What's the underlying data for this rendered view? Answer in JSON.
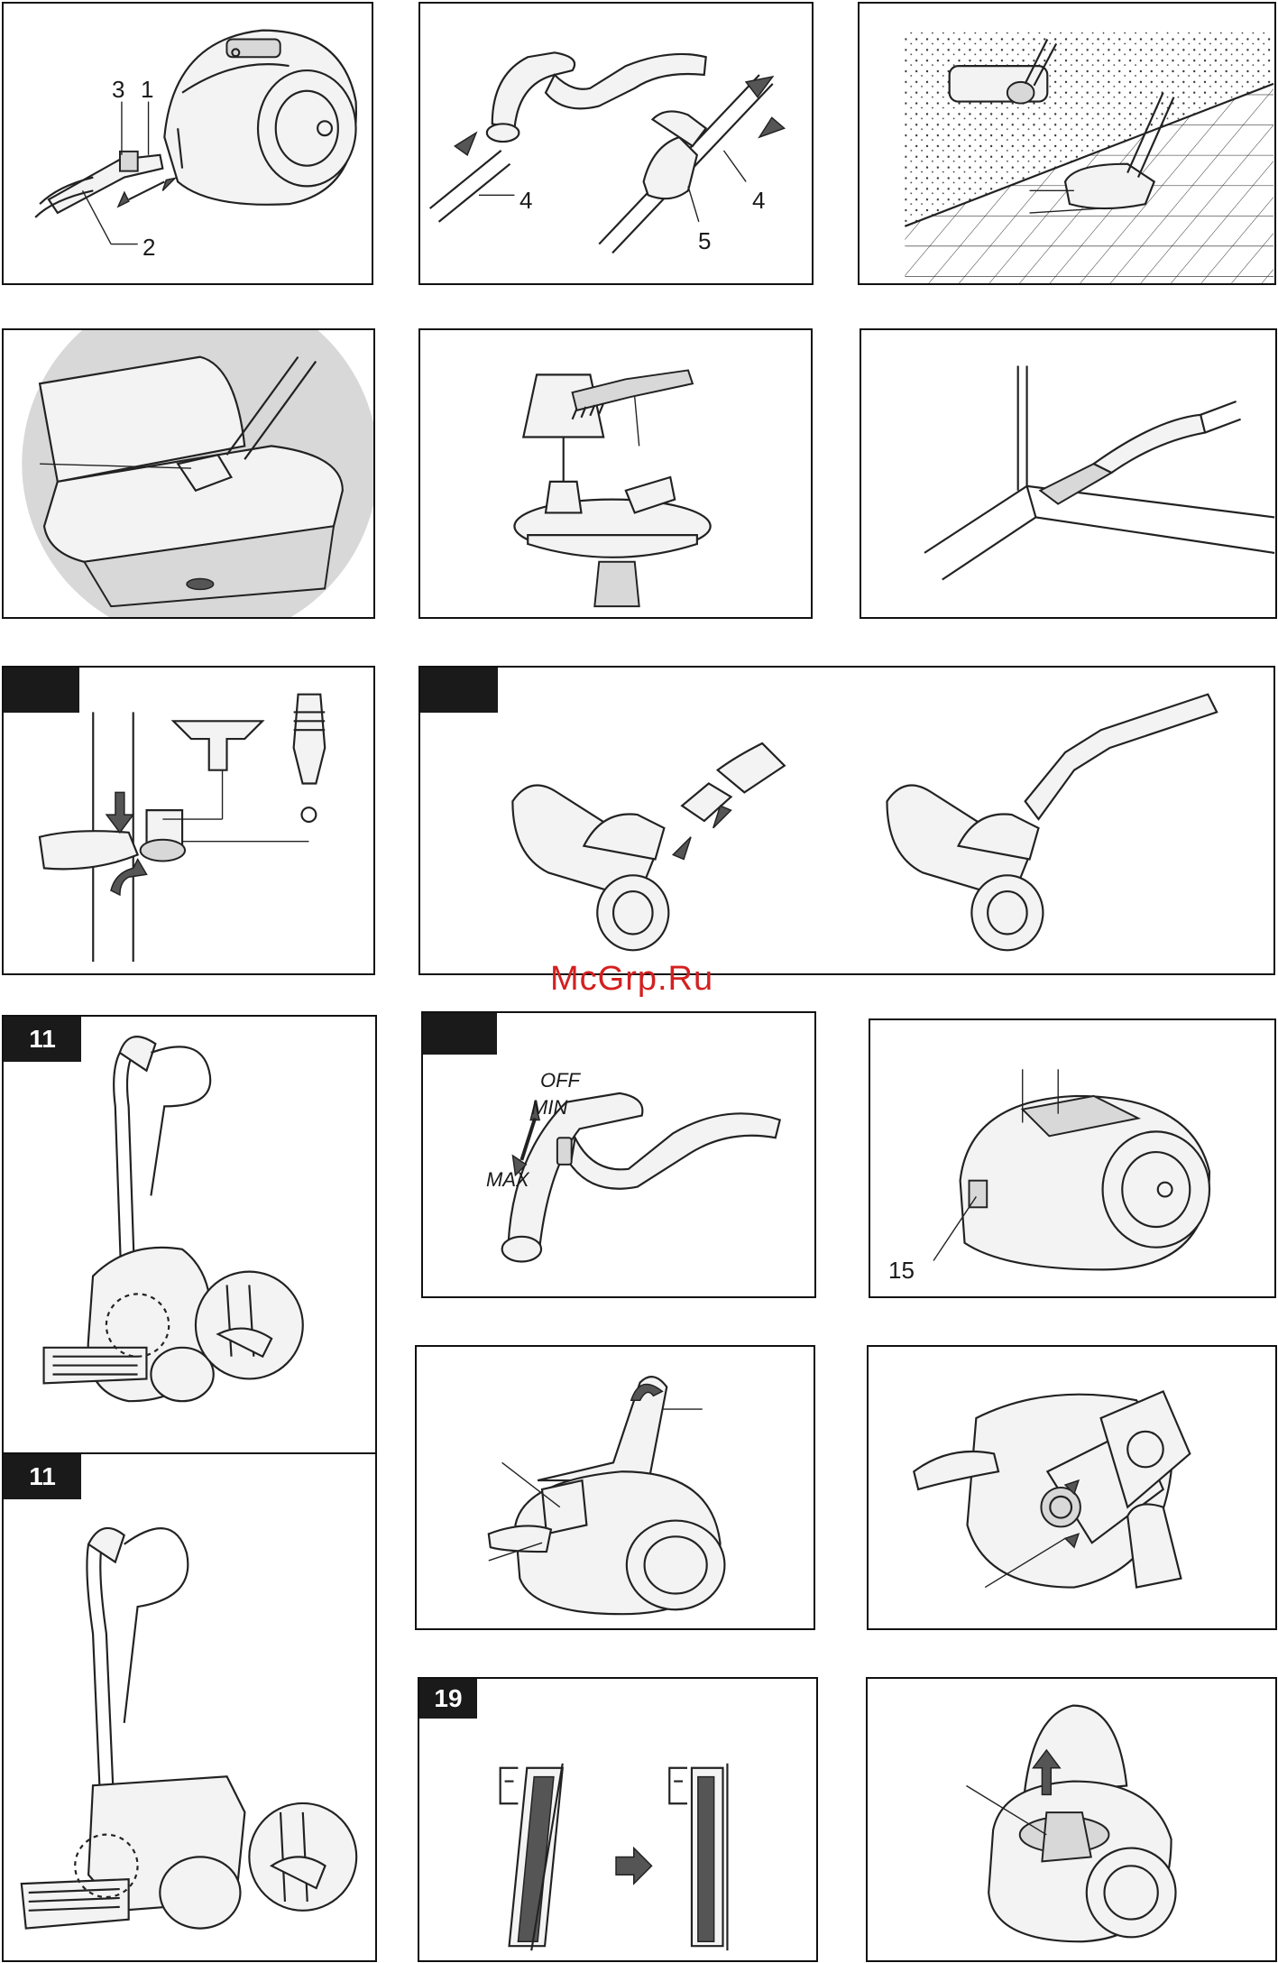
{
  "watermark": "McGrp.Ru",
  "panels": {
    "p1": {
      "labels": [
        "3",
        "1",
        "2"
      ]
    },
    "p2": {
      "labels": [
        "4",
        "5",
        "4"
      ]
    },
    "p11a": {
      "badge": "11"
    },
    "p11b": {
      "badge": "11"
    },
    "p12": {
      "off": "OFF",
      "min": "MIN",
      "max": "MAX"
    },
    "p13": {
      "label": "15"
    },
    "p19": {
      "badge": "19"
    }
  },
  "colors": {
    "badge_bg": "#1a1a1a",
    "watermark": "#d42020",
    "ink": "#222222"
  },
  "icons": [
    "vacuum-cleaner-icon",
    "hose-icon",
    "floor-nozzle-icon",
    "arrow-icon",
    "hand-icon",
    "brush-icon",
    "lamp-icon",
    "filter-icon",
    "turbo-brush-icon"
  ]
}
